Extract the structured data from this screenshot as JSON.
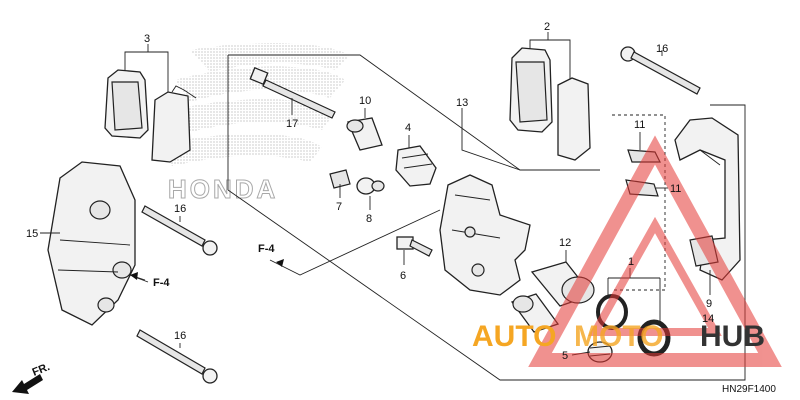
{
  "callouts": {
    "c1": "1",
    "c2": "2",
    "c3": "3",
    "c4": "4",
    "c5": "5",
    "c6": "6",
    "c7": "7",
    "c8": "8",
    "c9": "9",
    "c10": "10",
    "c11a": "11",
    "c11b": "11",
    "c12": "12",
    "c13": "13",
    "c14": "14",
    "c15": "15",
    "c16a": "16",
    "c16b": "16",
    "c16c": "16",
    "c17": "17"
  },
  "refs": {
    "f4_left": "F-4",
    "f4_mid": "F-4",
    "fr": "FR."
  },
  "diagram_code": "HN29F1400",
  "background_logo": "HONDA",
  "watermark": {
    "part1": "AUTO",
    "part2": "MOTO",
    "part3": "HUB",
    "color_accent": "#f5a623",
    "color_dark": "#333333",
    "color_red": "#e53935"
  }
}
